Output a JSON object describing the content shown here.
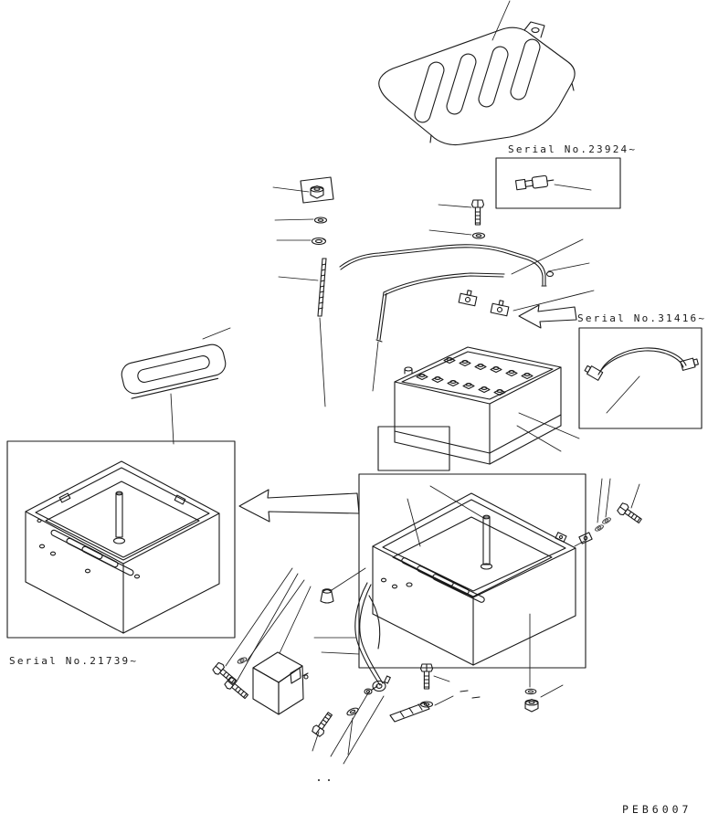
{
  "page": {
    "background": "#ffffff",
    "line_color": "#1a1a1a"
  },
  "callouts": {
    "serial_23924": {
      "label": "Serial No.23924~"
    },
    "serial_31416": {
      "label": "Serial No.31416~"
    },
    "serial_21739": {
      "label": "Serial No.21739~"
    }
  },
  "footer": {
    "part_code": "PEB6007"
  },
  "diagram": {
    "type": "exploded-parts-diagram",
    "subject": "battery box assembly",
    "part_icons": [
      "battery-cover",
      "battery",
      "hold-down-frame",
      "threaded-rod",
      "nut",
      "washer",
      "lock-washer",
      "hex-bolt",
      "battery-box-left",
      "battery-box-right",
      "rubber-pad",
      "cable-harness",
      "connector-cable",
      "bracket-cover",
      "rubber-mount",
      "clamp-plate",
      "terminal-clamp"
    ]
  }
}
